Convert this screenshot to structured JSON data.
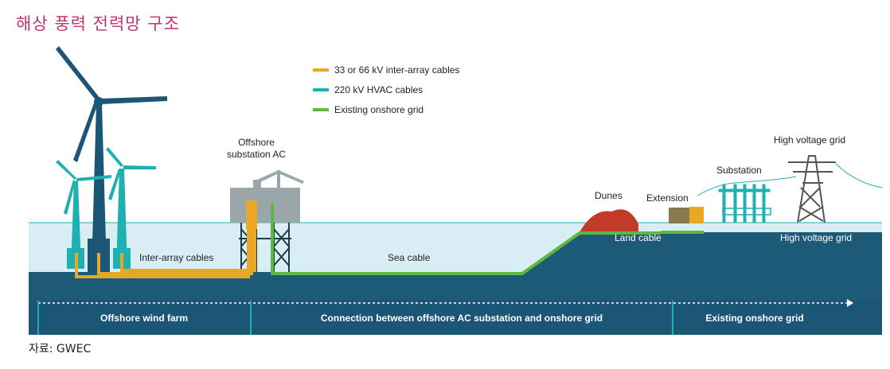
{
  "title": "해상 풍력 전력망 구조",
  "source": "자료: GWEC",
  "colors": {
    "inter_array": "#e8a825",
    "hvac": "#1fb0b0",
    "onshore": "#5cb840",
    "sea": "#d8eef4",
    "seabed": "#1d5a78",
    "dune": "#c23a28",
    "accent_text": "#c2336b"
  },
  "legend": [
    {
      "label": "33 or 66 kV inter-array cables",
      "color": "#e8a825"
    },
    {
      "label": "220 kV HVAC cables",
      "color": "#1fb0b0"
    },
    {
      "label": "Existing onshore grid",
      "color": "#5cb840"
    }
  ],
  "labels": {
    "offshore_substation_line1": "Offshore",
    "offshore_substation_line2": "substation AC",
    "inter_array_cables": "Inter-array cables",
    "sea_cable": "Sea cable",
    "dunes": "Dunes",
    "extension": "Extension",
    "substation": "Substation",
    "high_voltage_grid_top": "High voltage grid",
    "land_cable": "Land cable",
    "high_voltage_grid_ground": "High voltage grid"
  },
  "sections": [
    {
      "label": "Offshore wind farm"
    },
    {
      "label": "Connection between offshore AC substation and onshore grid"
    },
    {
      "label": "Existing onshore grid"
    }
  ]
}
